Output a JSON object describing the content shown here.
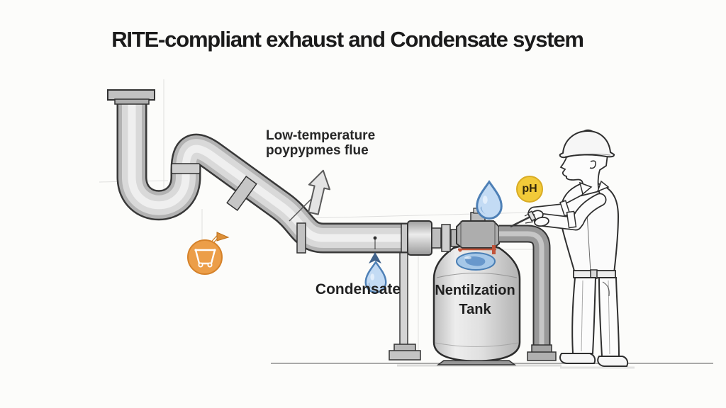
{
  "title": "RITE-compliant exhaust and Condensate system",
  "annotations": {
    "flue_label": {
      "line1": "Low-temperature",
      "line2": "poypypmes flue"
    },
    "condensate_label": "Condensate",
    "tank_label": {
      "line1": "Nentilzation",
      "line2": "Tank"
    },
    "ph_badge": "pH"
  },
  "icons": {
    "exhaust_arrow": "up-arrow-icon",
    "condensate_marker": "up-arrowhead-icon",
    "condensate_droplet": "water-droplet-icon",
    "tank_droplet": "water-droplet-icon",
    "cart": "cart-icon",
    "cart_flag": "flag-icon",
    "ph": "ph-badge"
  },
  "colors": {
    "background": "#fcfcfa",
    "ink": "#2d2d2d",
    "pipe_gray": "#b3b3b3",
    "pipe_highlight": "#efefef",
    "dark_pipe_gray": "#999999",
    "tank_gray": "#dddddd",
    "liquid_blue": "#a6c8e8",
    "droplet_fill": "#c3dbf4",
    "droplet_stroke": "#4e80b6",
    "ph_yellow": "#f2ca39",
    "cart_orange": "#ec9e48",
    "valve_red": "#c2543a"
  }
}
